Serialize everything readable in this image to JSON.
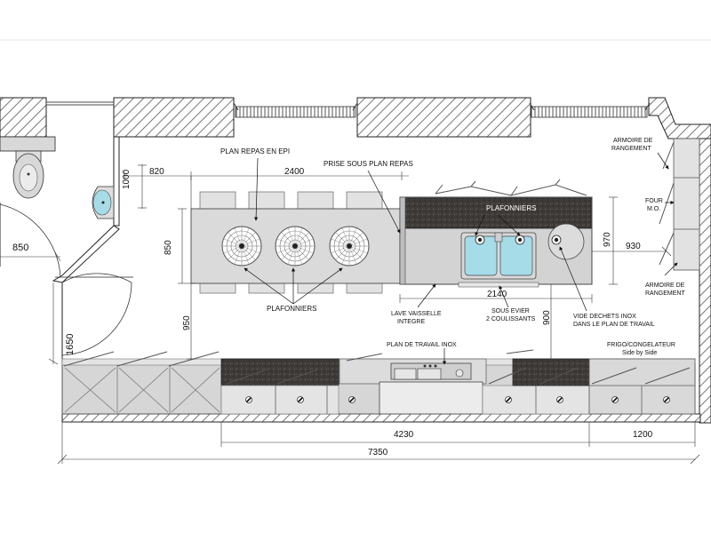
{
  "colors": {
    "wall_hatch": "#555555",
    "counter": "#d6d6d6",
    "granite": "#3d3a37",
    "sink_water": "#a6dce8",
    "light_fixture": "#888888",
    "line": "#222222"
  },
  "dimensions": {
    "d820": "820",
    "d2400": "2400",
    "d1000": "1000",
    "d850_left": "850",
    "d850_table": "850",
    "d970": "970",
    "d930": "930",
    "d2140": "2140",
    "d950": "950",
    "d900": "900",
    "d1650": "1650",
    "d4230": "4230",
    "d1200": "1200",
    "d7350": "7350"
  },
  "labels": {
    "plan_repas": "PLAN REPAS EN EPI",
    "prise": "PRISE SOUS PLAN REPAS",
    "plafonniers_top": "PLAFONNIERS",
    "plafonniers_mid": "PLAFONNIERS",
    "armoire_top_1": "ARMOIRE DE",
    "armoire_top_2": "RANGEMENT",
    "four_1": "FOUR",
    "four_2": "M.O.",
    "armoire_bot_1": "ARMOIRE DE",
    "armoire_bot_2": "RANGEMENT",
    "lave_1": "LAVE VAISSELLE",
    "lave_2": "INTEGRE",
    "sous_1": "SOUS EVIER",
    "sous_2": "2 COULISSANTS",
    "vide_1": "VIDE DECHETS INOX",
    "vide_2": "DANS LE PLAN DE TRAVAIL",
    "plan_travail": "PLAN DE TRAVAIL INOX",
    "frigo_1": "FRIGO/CONGELATEUR",
    "frigo_2": "Side by Side"
  },
  "icons": {
    "ceiling_light": "ceiling-light-icon",
    "toilet": "toilet-icon",
    "washbasin": "washbasin-icon",
    "sink": "sink-icon",
    "cooktop": "cooktop-icon",
    "radiator": "radiator-icon",
    "cabinet_handle": "handle-icon"
  }
}
